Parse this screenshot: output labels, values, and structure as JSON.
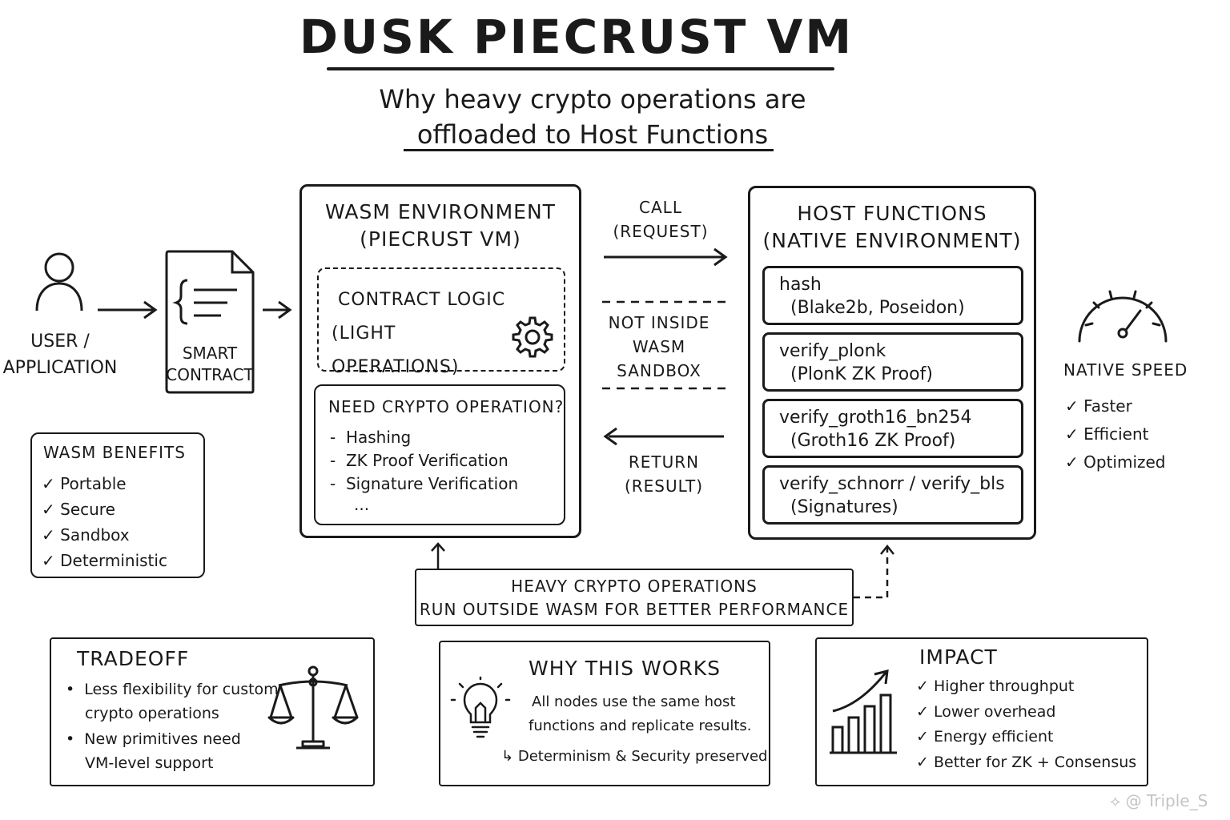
{
  "header": {
    "title": "DUSK PIECRUST VM",
    "subtitle_line1": "Why heavy crypto operations are",
    "subtitle_line2": "offloaded to Host Functions"
  },
  "user": {
    "label_line1": "USER /",
    "label_line2": "APPLICATION"
  },
  "smart_contract": {
    "label_line1": "SMART",
    "label_line2": "CONTRACT"
  },
  "wasm_env": {
    "title_line1": "WASM ENVIRONMENT",
    "title_line2": "(PIECRUST VM)",
    "logic_line1": "CONTRACT LOGIC",
    "logic_line2": "(LIGHT OPERATIONS)",
    "need_title": "NEED CRYPTO OPERATION?",
    "need_items": [
      "Hashing",
      "ZK Proof Verification",
      "Signature Verification"
    ],
    "need_more": "..."
  },
  "call": {
    "line1": "CALL",
    "line2": "(REQUEST)"
  },
  "not_inside": {
    "line1": "NOT INSIDE",
    "line2": "WASM",
    "line3": "SANDBOX"
  },
  "return": {
    "line1": "RETURN",
    "line2": "(RESULT)"
  },
  "host": {
    "title_line1": "HOST FUNCTIONS",
    "title_line2": "(NATIVE ENVIRONMENT)",
    "items": [
      {
        "name": "hash",
        "detail": "(Blake2b, Poseidon)"
      },
      {
        "name": "verify_plonk",
        "detail": "(PlonK ZK Proof)"
      },
      {
        "name": "verify_groth16_bn254",
        "detail": "(Groth16 ZK Proof)"
      },
      {
        "name": "verify_schnorr / verify_bls",
        "detail": "(Signatures)"
      }
    ]
  },
  "native_speed": {
    "title": "NATIVE SPEED",
    "items": [
      "Faster",
      "Efficient",
      "Optimized"
    ]
  },
  "wasm_benefits": {
    "title": "WASM BENEFITS",
    "items": [
      "Portable",
      "Secure",
      "Sandbox",
      "Deterministic"
    ]
  },
  "heavy_note": {
    "line1": "HEAVY CRYPTO OPERATIONS",
    "line2": "RUN OUTSIDE WASM FOR BETTER PERFORMANCE"
  },
  "tradeoff": {
    "title": "TRADEOFF",
    "items": [
      {
        "line1": "Less flexibility for custom",
        "line2": "crypto operations"
      },
      {
        "line1": "New primitives need",
        "line2": "VM-level support"
      }
    ]
  },
  "why": {
    "title": "WHY THIS WORKS",
    "line1": "All nodes use the same host",
    "line2": "functions and replicate results.",
    "result": "Determinism & Security preserved"
  },
  "impact": {
    "title": "IMPACT",
    "items": [
      "Higher throughput",
      "Lower overhead",
      "Energy efficient",
      "Better for ZK + Consensus"
    ]
  },
  "watermark": "@ Triple_S"
}
